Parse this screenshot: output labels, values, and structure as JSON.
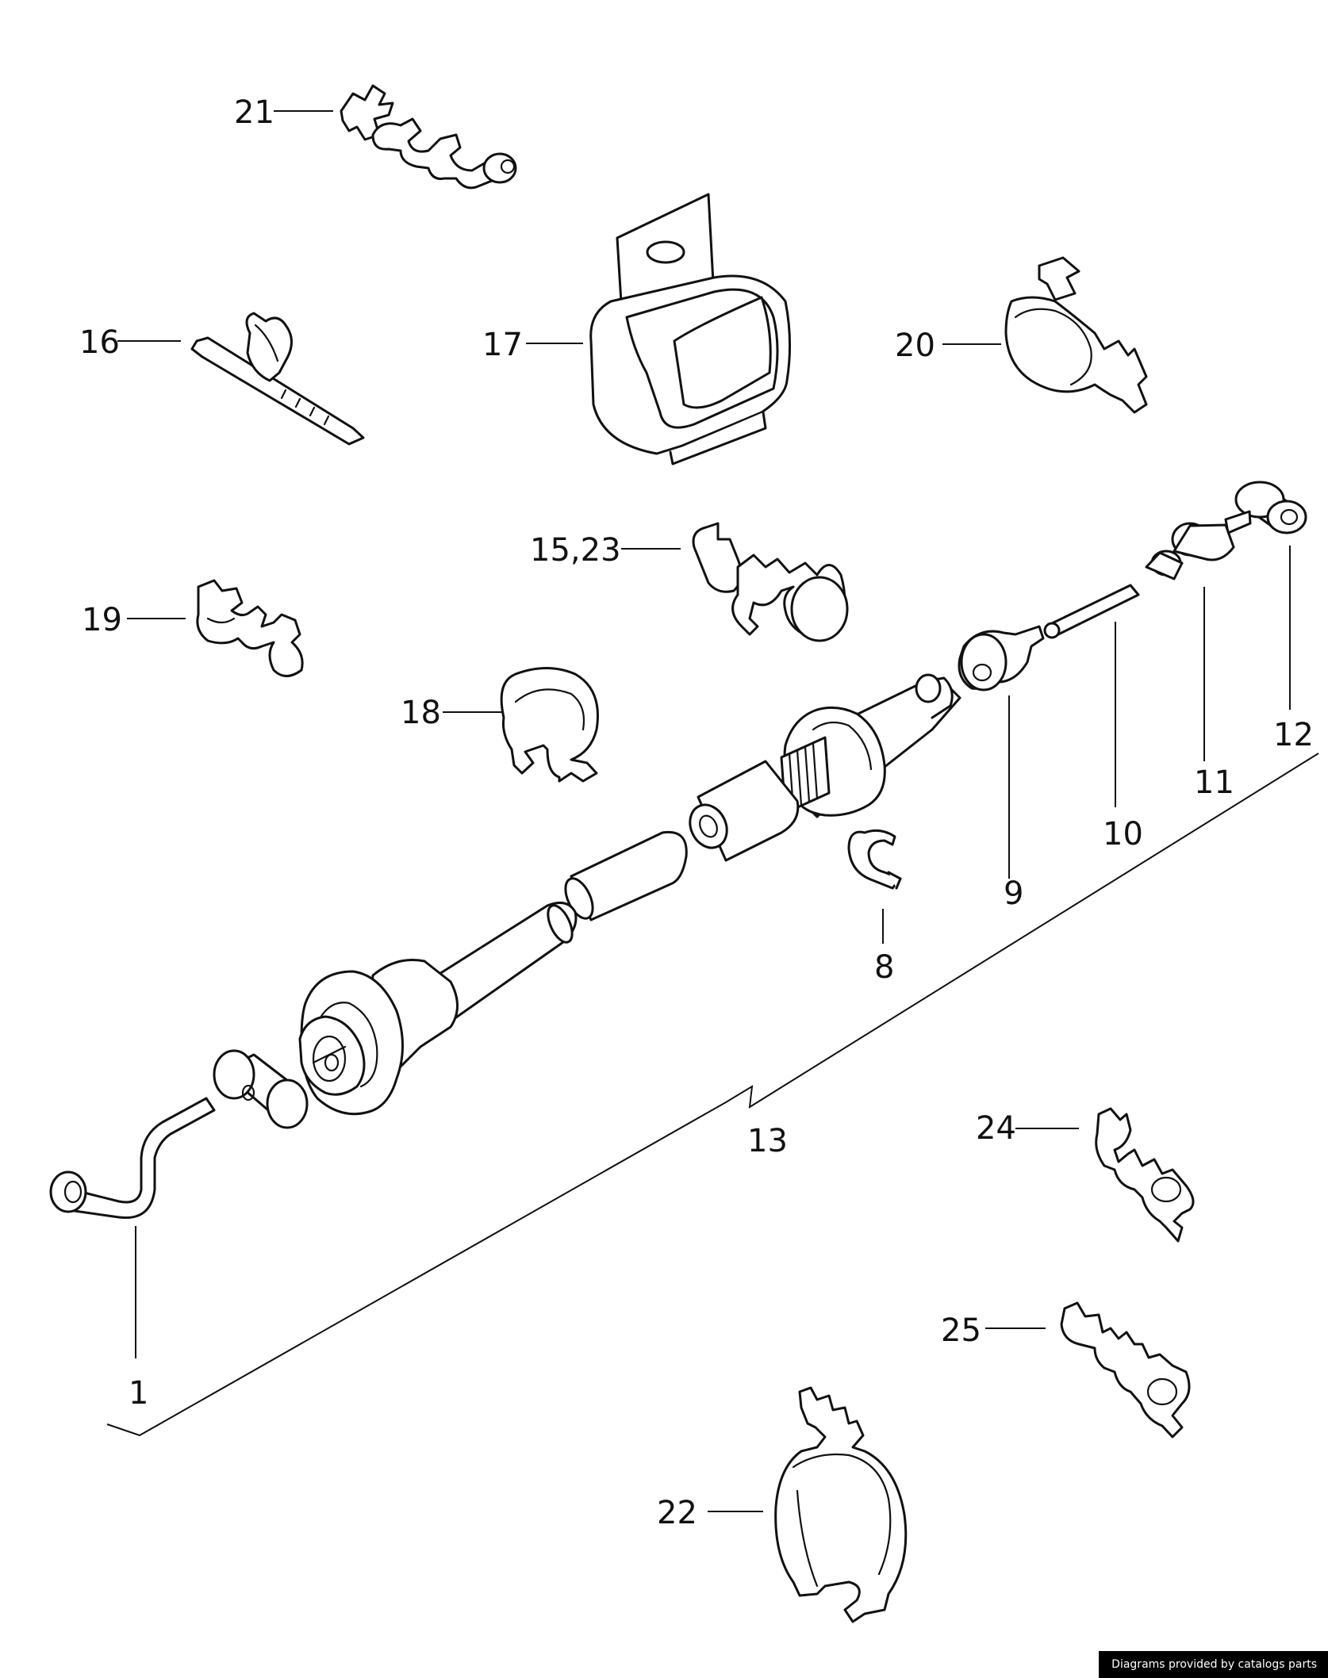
{
  "callouts": {
    "c1": "1",
    "c8": "8",
    "c9": "9",
    "c10": "10",
    "c11": "11",
    "c12": "12",
    "c13": "13",
    "c15_23": "15,23",
    "c16": "16",
    "c17": "17",
    "c18": "18",
    "c19": "19",
    "c20": "20",
    "c21": "21",
    "c22": "22",
    "c24": "24",
    "c25": "25"
  },
  "footer": {
    "credit": "Diagrams provided by catalogs parts"
  }
}
